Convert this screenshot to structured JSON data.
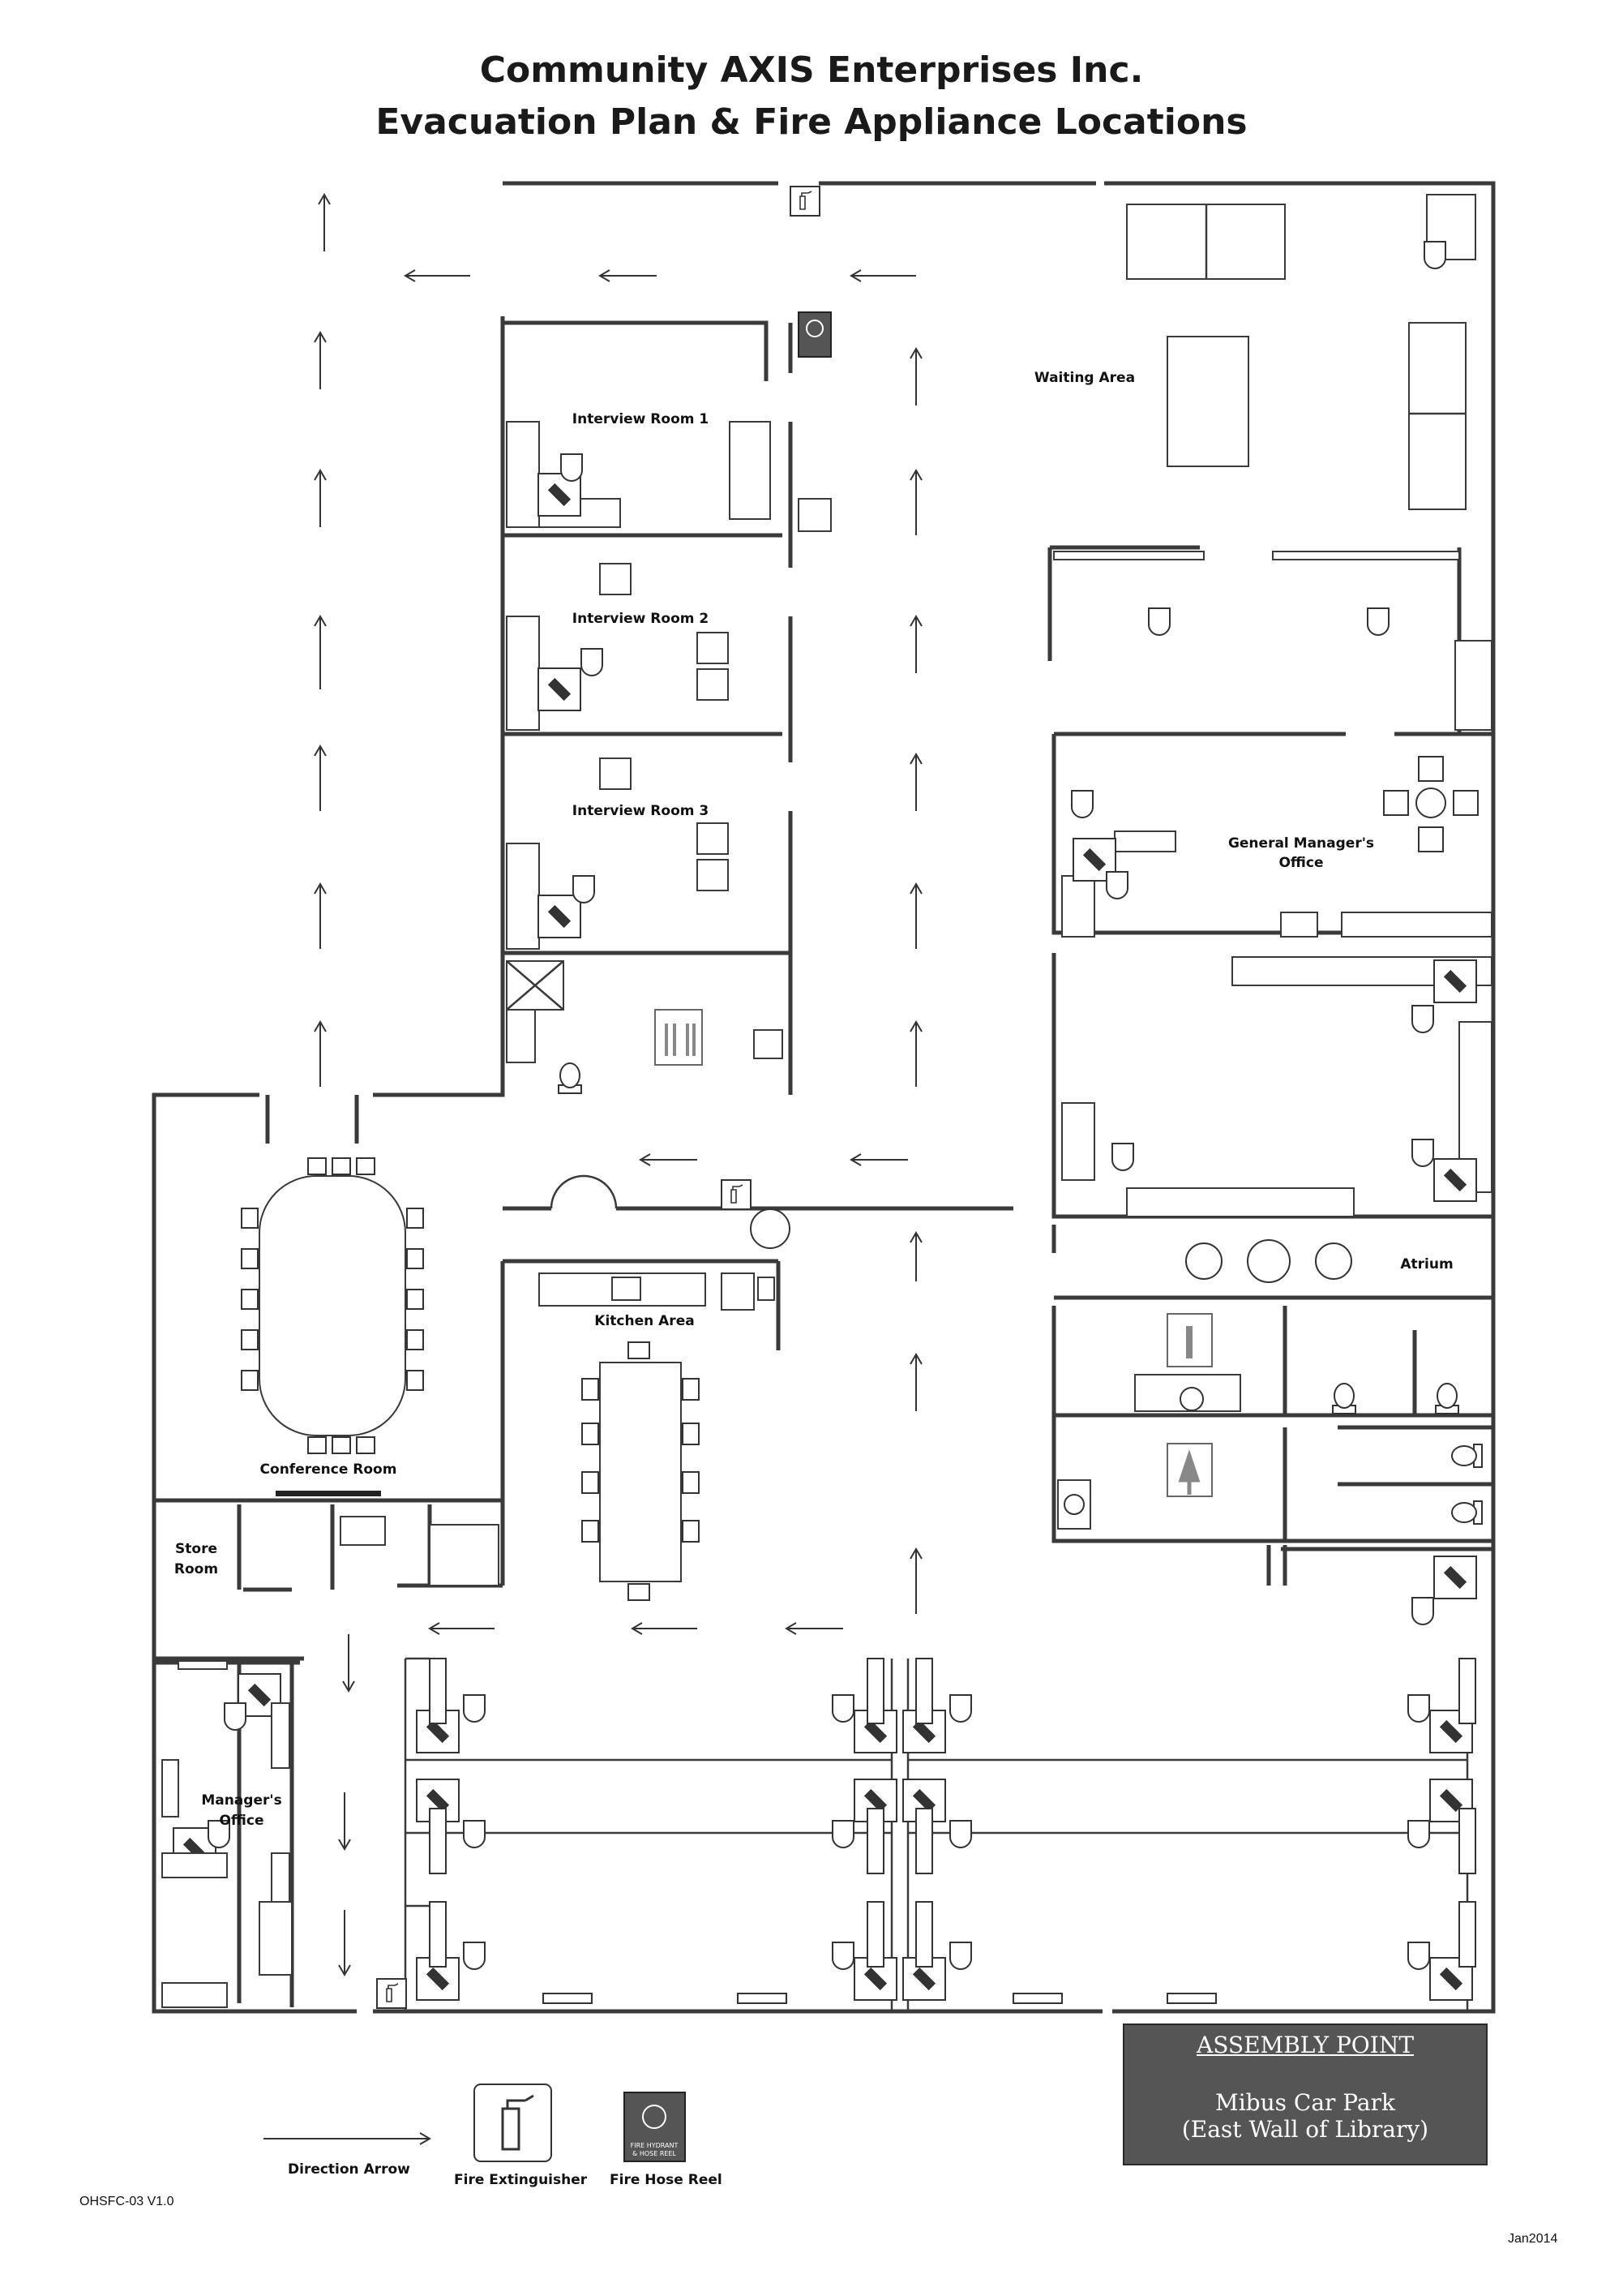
{
  "title": {
    "line1": "Community AXIS Enterprises Inc.",
    "line2": "Evacuation Plan & Fire Appliance Locations"
  },
  "rooms": {
    "interview1": "Interview Room 1",
    "interview2": "Interview Room 2",
    "interview3": "Interview Room 3",
    "waiting": "Waiting Area",
    "gm_line1": "General Manager's",
    "gm_line2": "Office",
    "atrium": "Atrium",
    "kitchen": "Kitchen Area",
    "conference": "Conference Room",
    "store_line1": "Store",
    "store_line2": "Room",
    "manager_line1": "Manager's",
    "manager_line2": "Office"
  },
  "assembly": {
    "heading": "ASSEMBLY POINT",
    "line1": "Mibus Car Park",
    "line2": "(East Wall of Library)"
  },
  "legend": {
    "arrow": "Direction Arrow",
    "extinguisher": "Fire Extinguisher",
    "hose_reel": "Fire Hose Reel",
    "hose_sign_line1": "FIRE HYDRANT",
    "hose_sign_line2": "& HOSE REEL"
  },
  "footer": {
    "code": "OHSFC-03 V1.0",
    "date": "Jan2014"
  },
  "icons": {
    "extinguisher": "fire-extinguisher-icon",
    "hose": "fire-hose-reel-icon",
    "toilet_unisex": "unisex-toilet-icon",
    "toilet_male": "male-toilet-icon",
    "toilet_female": "female-toilet-icon",
    "plant": "plant-icon"
  },
  "colors": {
    "assembly_bg": "#555555",
    "wall": "#3a3a3a"
  }
}
